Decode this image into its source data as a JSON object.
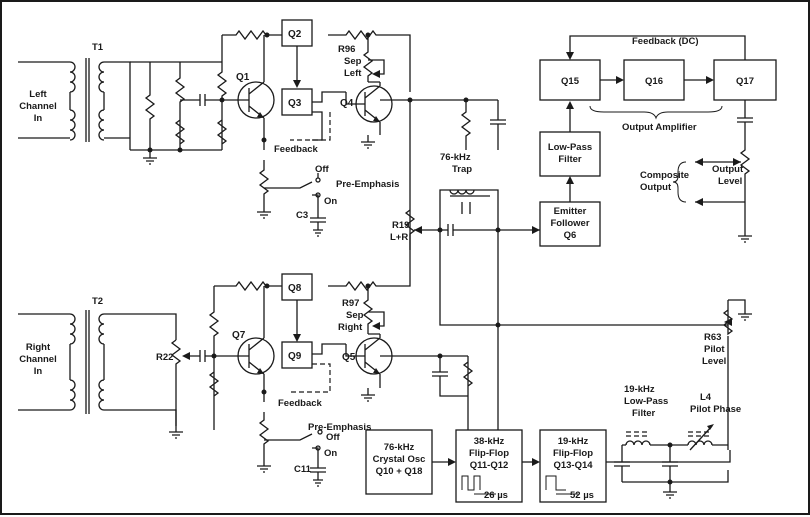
{
  "left_channel": {
    "input_label": [
      "Left",
      "Channel",
      "In"
    ],
    "transformer": "T1",
    "transistor_1": "Q1",
    "q2": "Q2",
    "q3": "Q3",
    "q4": "Q4",
    "sep_pot": [
      "R96",
      "Sep",
      "Left"
    ],
    "feedback": "Feedback",
    "pre_emphasis": "Pre-Emphasis",
    "off": "Off",
    "on": "On",
    "capacitor": "C3"
  },
  "right_channel": {
    "input_label": [
      "Right",
      "Channel",
      "In"
    ],
    "transformer": "T2",
    "r22": "R22",
    "transistor_7": "Q7",
    "q8": "Q8",
    "q9": "Q9",
    "q5": "Q5",
    "sep_pot": [
      "R97",
      "Sep",
      "Right"
    ],
    "feedback": "Feedback",
    "pre_emphasis": "Pre-Emphasis",
    "off": "Off",
    "on": "On",
    "capacitor": "C11"
  },
  "center": {
    "r19": [
      "R19",
      "L+R"
    ],
    "trap": [
      "76-kHz",
      "Trap"
    ],
    "emitter_follower": [
      "Emitter",
      "Follower",
      "Q6"
    ],
    "low_pass": [
      "Low-Pass",
      "Filter"
    ]
  },
  "output": {
    "feedback_dc": "Feedback (DC)",
    "q15": "Q15",
    "q16": "Q16",
    "q17": "Q17",
    "amplifier": "Output Amplifier",
    "composite": [
      "Composite",
      "Output"
    ],
    "level": [
      "Output",
      "Level"
    ]
  },
  "pilot": {
    "r63": [
      "R63",
      "Pilot",
      "Level"
    ],
    "filter": [
      "19-kHz",
      "Low-Pass",
      "Filter"
    ],
    "phase": [
      "L4",
      "Pilot Phase"
    ]
  },
  "bottom": {
    "osc": [
      "76-kHz",
      "Crystal Osc",
      "Q10 + Q18"
    ],
    "ff38": [
      "38-kHz",
      "Flip-Flop",
      "Q11-Q12"
    ],
    "ff38_period": "26 µs",
    "ff19": [
      "19-kHz",
      "Flip-Flop",
      "Q13-Q14"
    ],
    "ff19_period": "52 µs"
  }
}
